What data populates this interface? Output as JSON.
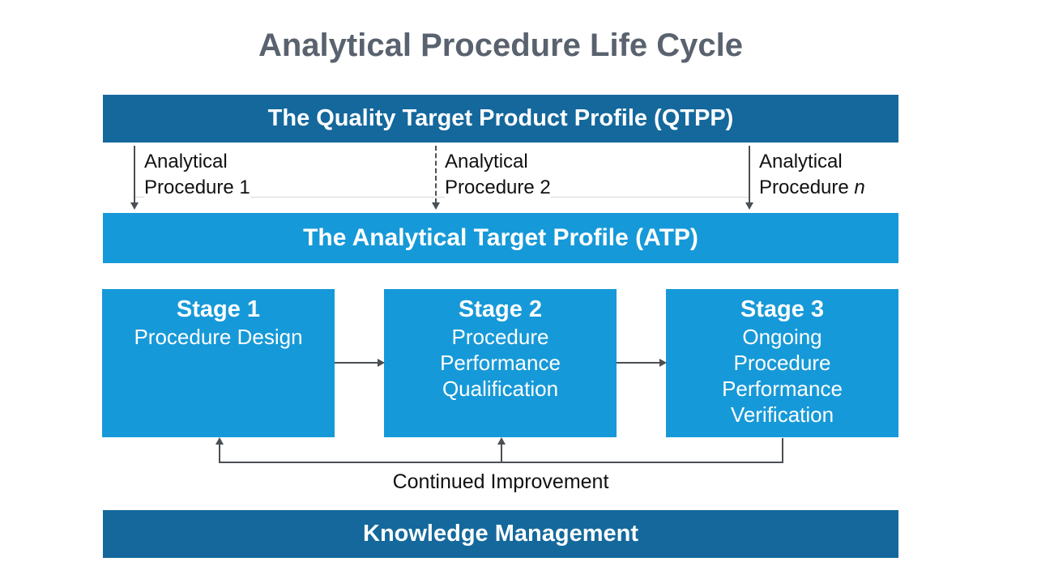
{
  "title": "Analytical Procedure Life Cycle",
  "colors": {
    "dark_blue": "#14689c",
    "bright_blue": "#1699d8",
    "title_gray": "#59626e",
    "line": "#4a4f54",
    "faint_line": "#d8d8d8",
    "text": "#111111"
  },
  "banners": {
    "qtpp": "The Quality Target Product Profile (QTPP)",
    "atp": "The Analytical Target Profile (ATP)",
    "knowledge": "Knowledge Management"
  },
  "procedures": [
    {
      "line1": "Analytical",
      "line2": "Procedure 1",
      "line2_em": "",
      "arrow_style": "solid"
    },
    {
      "line1": "Analytical",
      "line2": "Procedure 2",
      "line2_em": "",
      "arrow_style": "dashed"
    },
    {
      "line1": "Analytical",
      "line2": "Procedure ",
      "line2_em": "n",
      "arrow_style": "solid"
    }
  ],
  "stages": [
    {
      "heading": "Stage 1",
      "lines": [
        "Procedure Design"
      ]
    },
    {
      "heading": "Stage 2",
      "lines": [
        "Procedure",
        "Performance",
        "Qualification"
      ]
    },
    {
      "heading": "Stage 3",
      "lines": [
        "Ongoing",
        "Procedure",
        "Performance",
        "Verification"
      ]
    }
  ],
  "feedback_label": "Continued Improvement"
}
